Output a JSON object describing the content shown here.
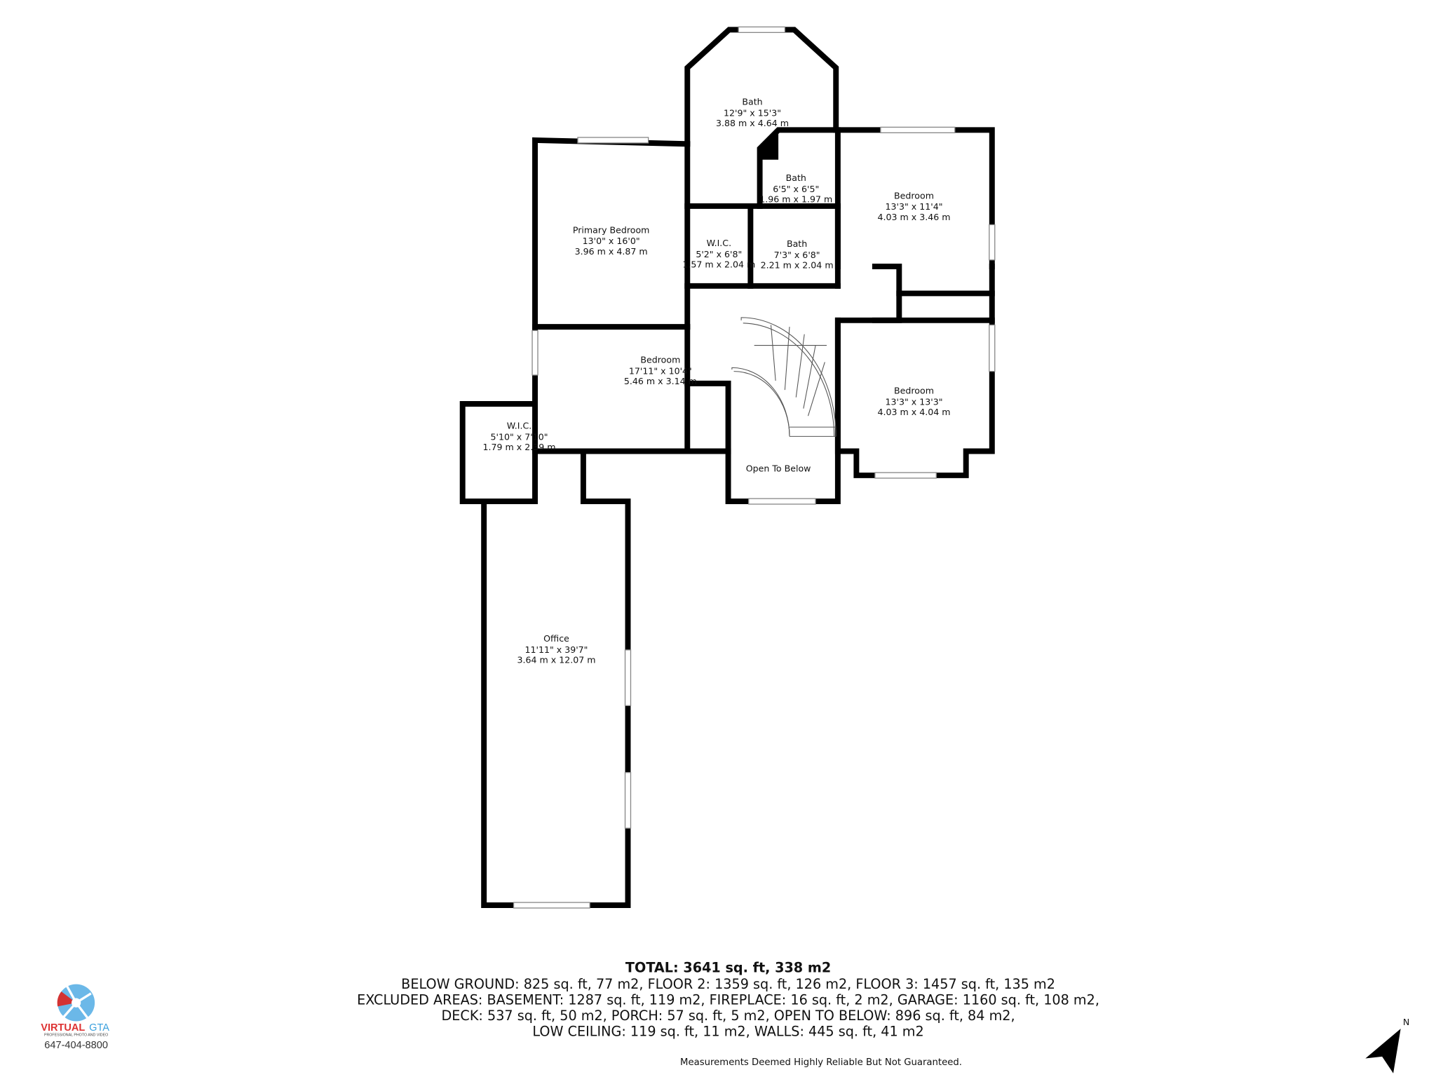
{
  "rooms": [
    {
      "name": "Bath",
      "imperial": "12'9\" x 15'3\"",
      "metric": "3.88 m x 4.64 m"
    },
    {
      "name": "Bath",
      "imperial": "6'5\" x 6'5\"",
      "metric": "1.96 m x 1.97 m"
    },
    {
      "name": "Primary Bedroom",
      "imperial": "13'0\" x 16'0\"",
      "metric": "3.96 m x 4.87 m"
    },
    {
      "name": "W.I.C.",
      "imperial": "5'2\" x 6'8\"",
      "metric": "1.57 m x 2.04 m"
    },
    {
      "name": "Bath",
      "imperial": "7'3\" x 6'8\"",
      "metric": "2.21 m x 2.04 m"
    },
    {
      "name": "Bedroom",
      "imperial": "13'3\" x 11'4\"",
      "metric": "4.03 m x 3.46 m"
    },
    {
      "name": "Bedroom",
      "imperial": "17'11\" x 10'4\"",
      "metric": "5.46 m x 3.14 m"
    },
    {
      "name": "Bedroom",
      "imperial": "13'3\" x 13'3\"",
      "metric": "4.03 m x 4.04 m"
    },
    {
      "name": "W.I.C.",
      "imperial": "5'10\" x 7'10\"",
      "metric": "1.79 m x 2.39 m"
    },
    {
      "name": "Office",
      "imperial": "11'11\" x 39'7\"",
      "metric": "3.64 m x 12.07 m"
    },
    {
      "name": "Open To Below"
    }
  ],
  "summary": {
    "total": "TOTAL: 3641 sq. ft, 338 m2",
    "lines": [
      "BELOW GROUND: 825 sq. ft, 77 m2, FLOOR 2: 1359 sq. ft, 126 m2, FLOOR 3: 1457 sq. ft, 135 m2",
      "EXCLUDED AREAS: BASEMENT: 1287 sq. ft, 119 m2, FIREPLACE: 16 sq. ft, 2 m2, GARAGE: 1160 sq. ft, 108 m2,",
      "DECK: 537 sq. ft, 50 m2, PORCH: 57 sq. ft, 5 m2, OPEN TO BELOW: 896 sq. ft, 84 m2,",
      "LOW CEILING: 119 sq. ft, 11 m2, WALLS: 445 sq. ft, 41 m2"
    ],
    "disclaimer": "Measurements Deemed Highly Reliable But Not Guaranteed."
  },
  "logo": {
    "brand_red": "VIRTUAL",
    "brand_blue": "GTA",
    "tagline": "PROFESSIONAL PHOTO AND VIDEO",
    "phone": "647-404-8800",
    "colors": {
      "red": "#d33333",
      "blue": "#6bb8e8"
    }
  },
  "compass": {
    "label": "N",
    "icon": "north-arrow-icon"
  }
}
